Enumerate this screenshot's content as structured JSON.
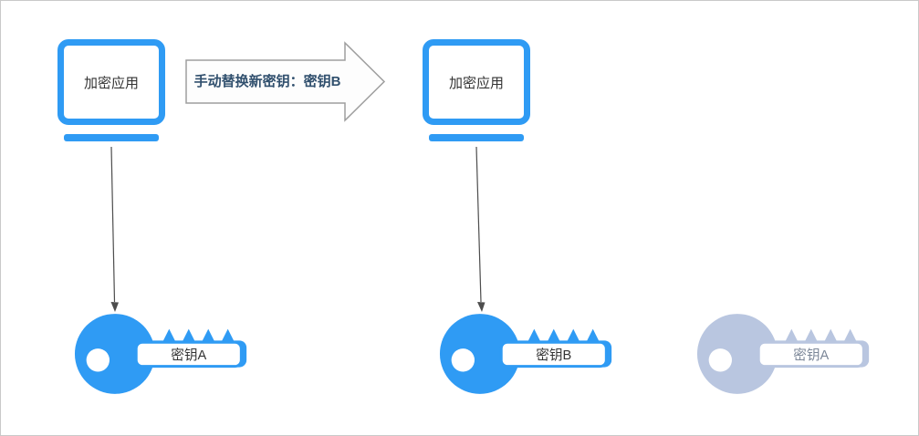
{
  "colors": {
    "primary": "#2f9bf4",
    "faded": "#b9c6e0",
    "arrow_fill": "#fdfdfd",
    "arrow_border": "#9e9e9e",
    "arrow_text": "#31506e",
    "connector": "#4d4d4d",
    "label_text": "#333333",
    "faded_label_text": "#7c8798"
  },
  "nodes": {
    "app1": {
      "label": "加密应用"
    },
    "app2": {
      "label": "加密应用"
    },
    "key_a_active": {
      "label": "密钥A"
    },
    "key_b_new": {
      "label": "密钥B"
    },
    "key_a_retired": {
      "label": "密钥A"
    }
  },
  "transition": {
    "label": "手动替换新密钥：密钥B"
  }
}
